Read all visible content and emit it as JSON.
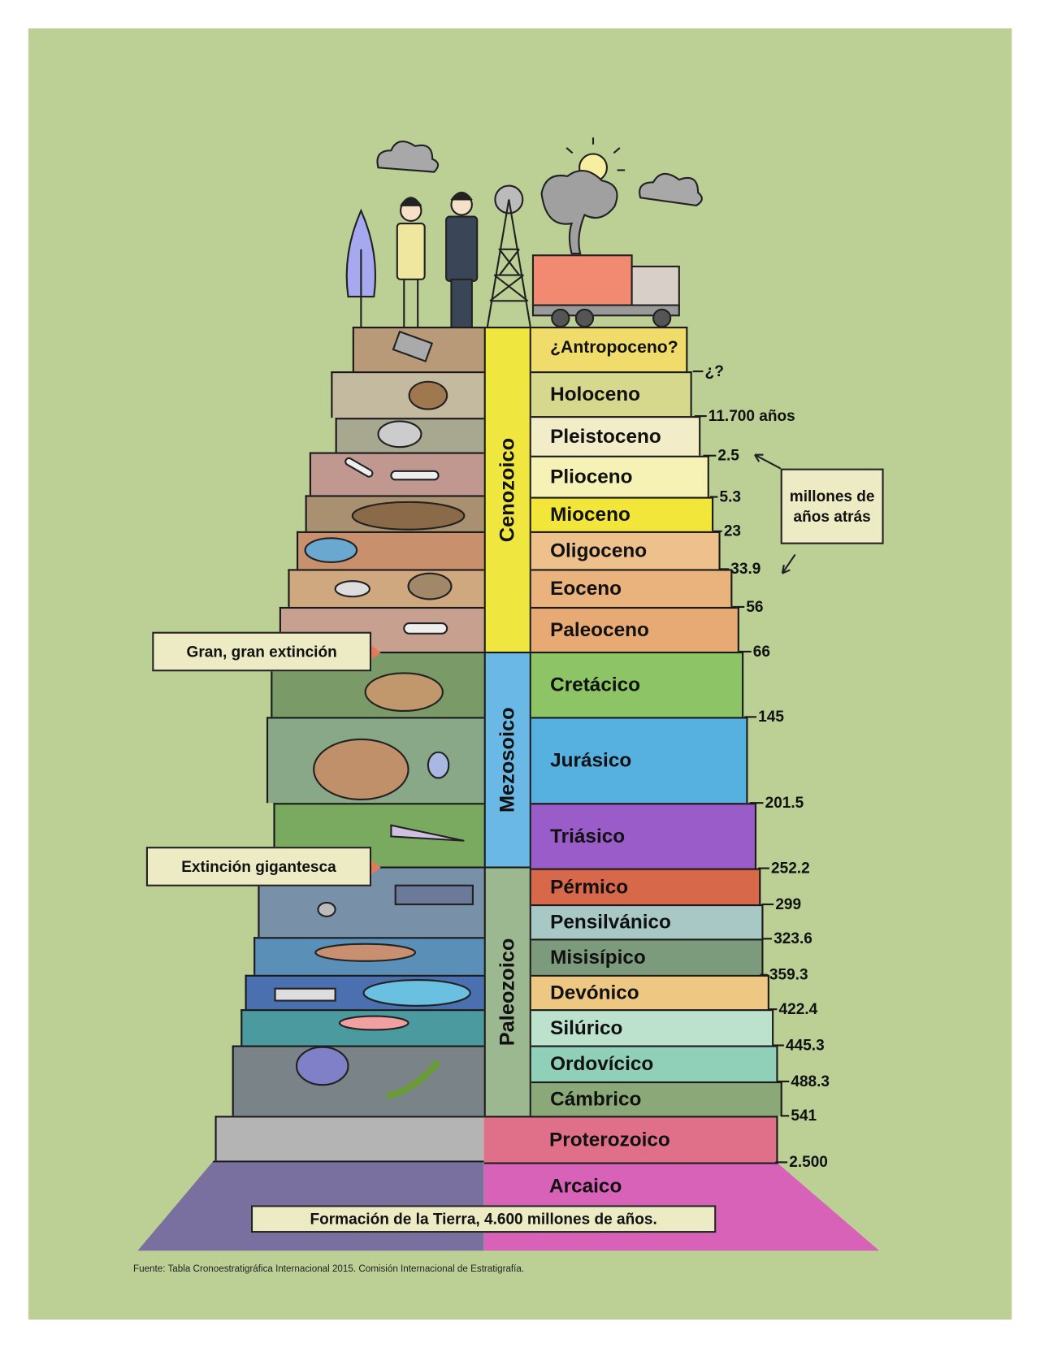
{
  "periods": [
    {
      "name": "¿Antropoceno?",
      "color": "#f0dc6a"
    },
    {
      "name": "Holoceno",
      "color": "#d6d88e"
    },
    {
      "name": "Pleistoceno",
      "color": "#f3ecc8"
    },
    {
      "name": "Plioceno",
      "color": "#f6f1b4"
    },
    {
      "name": "Mioceno",
      "color": "#f2e63a"
    },
    {
      "name": "Oligoceno",
      "color": "#eec08c"
    },
    {
      "name": "Eoceno",
      "color": "#eab27c"
    },
    {
      "name": "Paleoceno",
      "color": "#e8aa74"
    },
    {
      "name": "Cretácico",
      "color": "#8cc466"
    },
    {
      "name": "Jurásico",
      "color": "#56b0e0"
    },
    {
      "name": "Triásico",
      "color": "#9a5cc8"
    },
    {
      "name": "Pérmico",
      "color": "#d8684a"
    },
    {
      "name": "Pensilvánico",
      "color": "#a8c8c6"
    },
    {
      "name": "Misisípico",
      "color": "#7c9a7c"
    },
    {
      "name": "Devónico",
      "color": "#eec882"
    },
    {
      "name": "Silúrico",
      "color": "#bce2ce"
    },
    {
      "name": "Ordovícico",
      "color": "#90d0b8"
    },
    {
      "name": "Cámbrico",
      "color": "#8aa878"
    },
    {
      "name": "Proterozoico",
      "color": "#e0708a"
    },
    {
      "name": "Arcaico",
      "color": "#d862b8"
    }
  ],
  "eras": [
    {
      "name": "Cenozoico",
      "color": "#f0e640"
    },
    {
      "name": "Mezosoico",
      "color": "#6ab8e6"
    },
    {
      "name": "Paleozoico",
      "color": "#9cb890"
    }
  ],
  "boundaries": [
    "¿?",
    "11.700 años",
    "2.5",
    "5.3",
    "23",
    "33.9",
    "56",
    "66",
    "145",
    "201.5",
    "252.2",
    "299",
    "323.6",
    "359.3",
    "422.4",
    "445.3",
    "488.3",
    "541",
    "2.500"
  ],
  "units_note": "millones de años atrás",
  "extinctions": [
    "Gran, gran extinción",
    "Extinción gigantesca"
  ],
  "earth_formation": "Formación de la Tierra, 4.600 millones de años.",
  "source": "Fuente: Tabla Cronoestratigráfica Internacional 2015. Comisión Internacional de Estratigrafía."
}
